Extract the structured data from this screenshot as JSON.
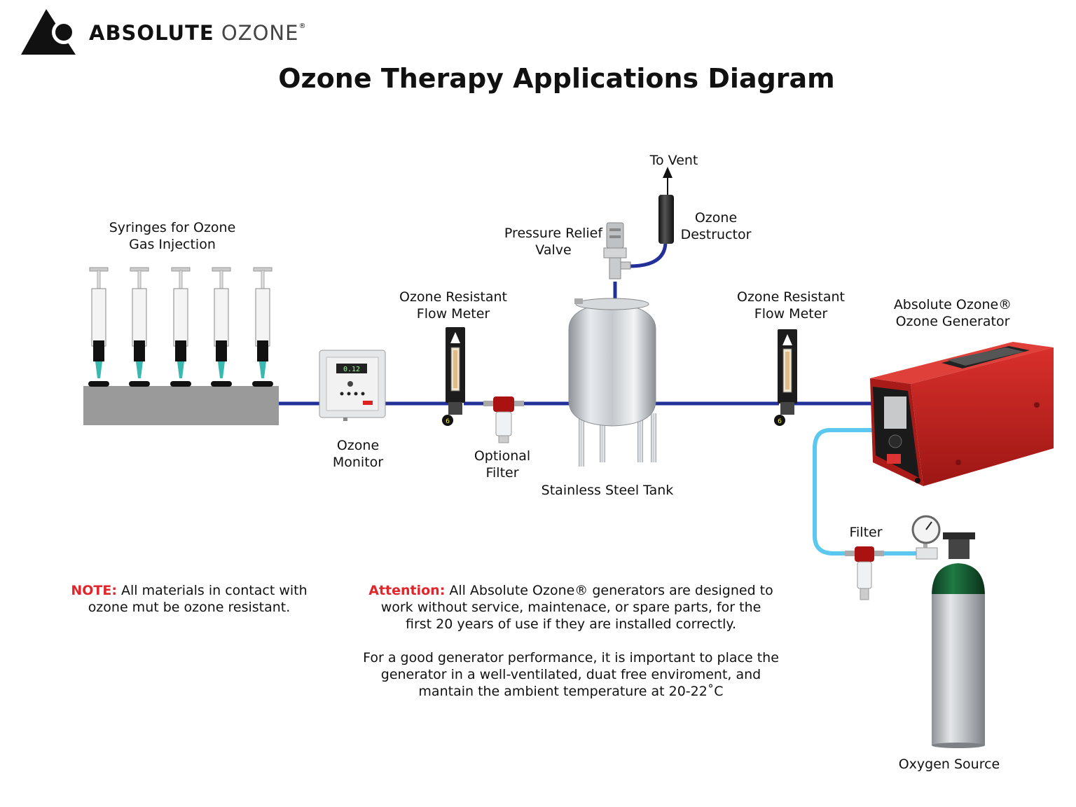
{
  "brand": {
    "word_bold": "ABSOLUTE",
    "word_light": "OZONE",
    "registered": "®"
  },
  "title": "Ozone Therapy Applications Diagram",
  "labels": {
    "syringes": [
      "Syringes for Ozone",
      "Gas Injection"
    ],
    "ozone_monitor": [
      "Ozone",
      "Monitor"
    ],
    "flow_meter_left": [
      "Ozone Resistant",
      "Flow Meter"
    ],
    "optional_filter": [
      "Optional",
      "Filter"
    ],
    "pressure_relief": [
      "Pressure Relief",
      "Valve"
    ],
    "to_vent": "To Vent",
    "ozone_destructor": [
      "Ozone",
      "Destructor"
    ],
    "tank": "Stainless Steel Tank",
    "flow_meter_right": [
      "Ozone Resistant",
      "Flow Meter"
    ],
    "generator": [
      "Absolute Ozone®",
      "Ozone Generator"
    ],
    "filter": "Filter",
    "oxygen_source": "Oxygen Source"
  },
  "note": {
    "prefix": "NOTE:",
    "line1": " All materials in contact with",
    "line2": "ozone mut be ozone resistant."
  },
  "attention": {
    "prefix": "Attention:",
    "line1": " All Absolute Ozone® generators are designed to",
    "line2": "work without service, maintenace, or spare parts, for the",
    "line3": "first 20 years of use if they are installed correctly.",
    "line4": "For a good generator performance, it is important to place the",
    "line5": "generator in a well-ventilated, duat free enviroment, and",
    "line6": "mantain the ambient temperature at 20-22˚C"
  },
  "monitor_display": "0.12",
  "meter_badge": "6",
  "colors": {
    "ozone_line": "#23309a",
    "oxygen_line": "#5ac8ef",
    "generator_red": "#c8201f",
    "warning_red": "#e0262b",
    "block_gray": "#9a9a9a"
  }
}
